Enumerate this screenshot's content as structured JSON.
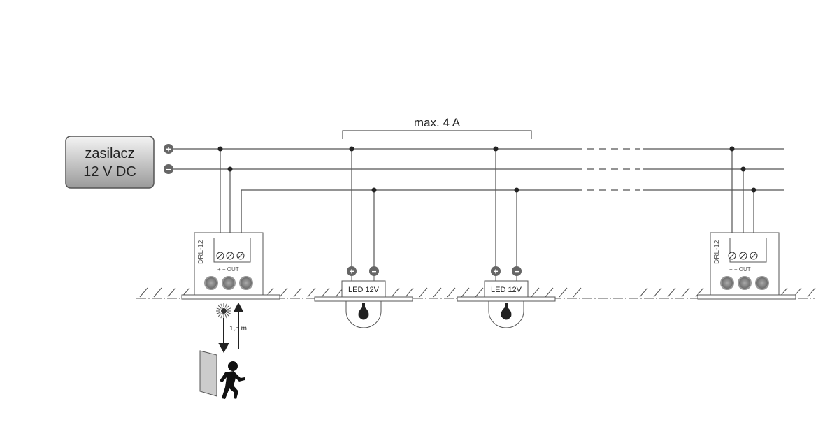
{
  "power_supply": {
    "line1": "zasilacz",
    "line2": "12 V DC"
  },
  "terminals": {
    "plus": "+",
    "minus": "−"
  },
  "max_current_label": "max. 4 A",
  "sensor_module": {
    "name": "DRL-12",
    "terminal_labels": "+  −  OUT"
  },
  "led_lamp": {
    "label": "LED 12V"
  },
  "distance_label": "1,5 m"
}
